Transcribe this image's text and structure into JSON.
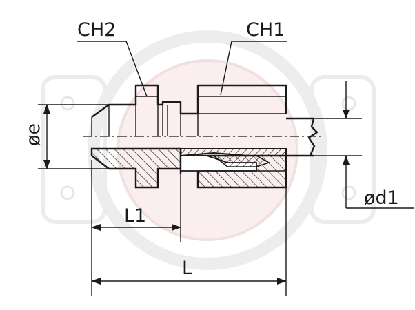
{
  "labels": {
    "ch2": "CH2",
    "ch1": "CH1",
    "phi_e": "øe",
    "phi_d1": "ød1",
    "l1": "L1",
    "l": "L"
  },
  "colors": {
    "ink": "#1a1a1a",
    "watermark": "#e9e9e9",
    "watermark_accent": "#f6dada"
  }
}
